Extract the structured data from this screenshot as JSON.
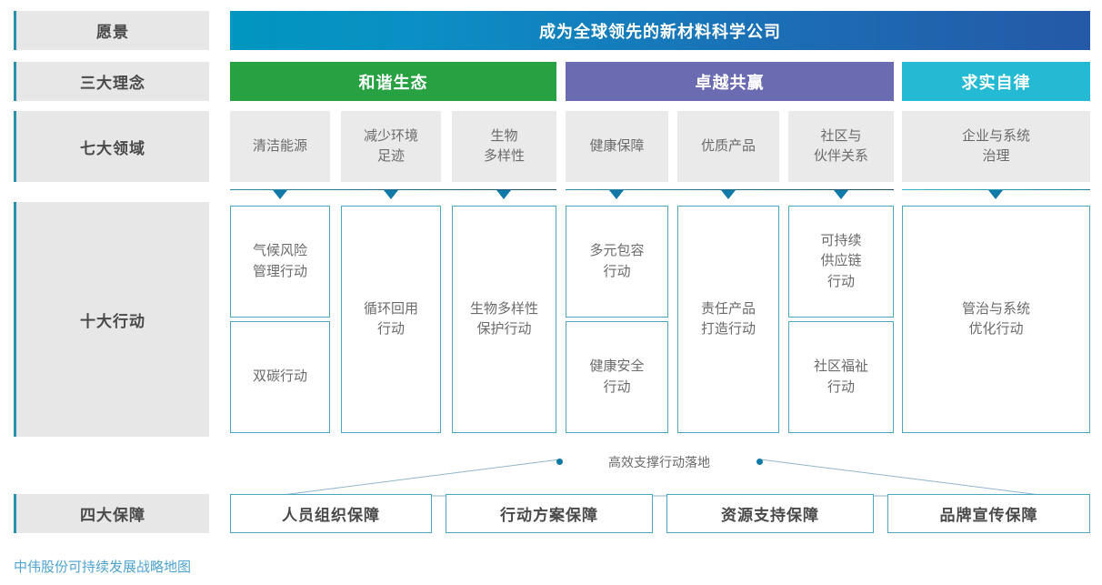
{
  "row_labels": [
    {
      "text": "愿景",
      "name": "row-label-vision"
    },
    {
      "text": "三大理念",
      "name": "row-label-philosophies"
    },
    {
      "text": "七大领域",
      "name": "row-label-domains"
    },
    {
      "text": "十大行动",
      "name": "row-label-actions"
    },
    {
      "text": "四大保障",
      "name": "row-label-guarantees"
    }
  ],
  "vision": {
    "text": "成为全球领先的新材料科学公司",
    "gradient_from": "#0096c0",
    "gradient_to": "#2559a8"
  },
  "philosophies": [
    {
      "text": "和谐生态",
      "color": "#27a141"
    },
    {
      "text": "卓越共赢",
      "color": "#6b6bb2"
    },
    {
      "text": "求实自律",
      "color": "#25bad4"
    }
  ],
  "domains": [
    {
      "text": "清洁能源"
    },
    {
      "text": "减少环境\n足迹"
    },
    {
      "text": "生物\n多样性"
    },
    {
      "text": "健康保障"
    },
    {
      "text": "优质产品"
    },
    {
      "text": "社区与\n伙伴关系"
    },
    {
      "text": "企业与系统\n治理"
    }
  ],
  "actions": [
    {
      "text": "气候风险\n管理行动"
    },
    {
      "text": "双碳行动"
    },
    {
      "text": "循环回用\n行动"
    },
    {
      "text": "生物多样性\n保护行动"
    },
    {
      "text": "多元包容\n行动"
    },
    {
      "text": "健康安全\n行动"
    },
    {
      "text": "责任产品\n打造行动"
    },
    {
      "text": "可持续\n供应链\n行动"
    },
    {
      "text": "社区福祉\n行动"
    },
    {
      "text": "管治与系统\n优化行动"
    }
  ],
  "support": {
    "text": "高效支撑行动落地"
  },
  "guarantees": [
    {
      "text": "人员组织保障"
    },
    {
      "text": "行动方案保障"
    },
    {
      "text": "资源支持保障"
    },
    {
      "text": "品牌宣传保障"
    }
  ],
  "caption": {
    "text": "中伟股份可持续发展战略地图"
  }
}
